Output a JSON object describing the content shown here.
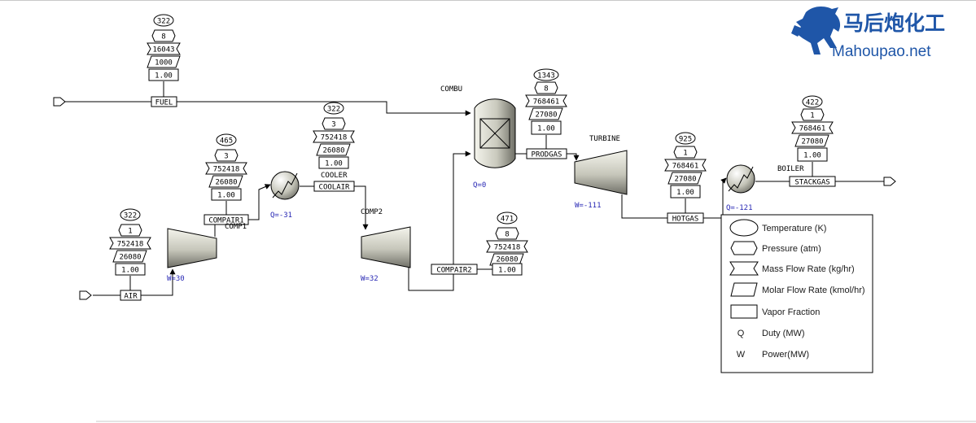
{
  "logo": {
    "cn": "马后炮化工",
    "en": "Mahoupao.net",
    "color": "#1f56a8"
  },
  "colors": {
    "line": "#000000",
    "duty_text": "#2828b4",
    "equipment_light": "#f2f2ea",
    "equipment_dark": "#7c7c72"
  },
  "streams": {
    "fuel": "FUEL",
    "air": "AIR",
    "compair1": "COMPAIR1",
    "coolair": "COOLAIR",
    "compair2": "COMPAIR2",
    "prodgas": "PRODGAS",
    "hotgas": "HOTGAS",
    "stackgas": "STACKGAS"
  },
  "blocks": {
    "combu": "COMBU",
    "cooler": "COOLER",
    "comp1": "COMP1",
    "comp2": "COMP2",
    "turbine": "TURBINE",
    "boiler": "BOILER"
  },
  "duties": {
    "comp1": "W=30",
    "cooler": "Q=-31",
    "comp2": "W=32",
    "combu": "Q=0",
    "turbine": "W=-111",
    "boiler": "Q=-121"
  },
  "results": {
    "fuel": {
      "temperature": "322",
      "pressure": "8",
      "mass": "16043",
      "molar": "1000",
      "vapor": "1.00"
    },
    "air": {
      "temperature": "322",
      "pressure": "1",
      "mass": "752418",
      "molar": "26080",
      "vapor": "1.00"
    },
    "compair1": {
      "temperature": "465",
      "pressure": "3",
      "mass": "752418",
      "molar": "26080",
      "vapor": "1.00"
    },
    "coolair": {
      "temperature": "322",
      "pressure": "3",
      "mass": "752418",
      "molar": "26080",
      "vapor": "1.00"
    },
    "compair2": {
      "temperature": "471",
      "pressure": "8",
      "mass": "752418",
      "molar": "26080",
      "vapor": "1.00"
    },
    "prodgas": {
      "temperature": "1343",
      "pressure": "8",
      "mass": "768461",
      "molar": "27080",
      "vapor": "1.00"
    },
    "hotgas": {
      "temperature": "925",
      "pressure": "1",
      "mass": "768461",
      "molar": "27080",
      "vapor": "1.00"
    },
    "stackgas": {
      "temperature": "422",
      "pressure": "1",
      "mass": "768461",
      "molar": "27080",
      "vapor": "1.00"
    }
  },
  "legend": {
    "temperature": "Temperature (K)",
    "pressure": "Pressure (atm)",
    "mass": "Mass Flow Rate (kg/hr)",
    "molar": "Molar Flow Rate (kmol/hr)",
    "vapor": "Vapor Fraction",
    "duty_symbol": "Q",
    "duty": "Duty (MW)",
    "power_symbol": "W",
    "power": "Power(MW)"
  }
}
